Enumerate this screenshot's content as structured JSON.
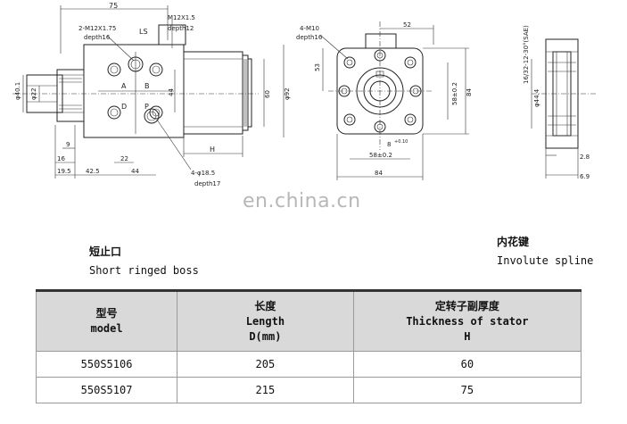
{
  "drawing": {
    "side_view": {
      "dims": {
        "overall": "75",
        "port": "2-M12X1.75",
        "port_depth": "depth16",
        "ls_port": "M12X1.5",
        "ls_depth": "depth12",
        "ls": "LS",
        "shaft_dia": "φ40.1",
        "bore_dia": "φ22",
        "height_60": "60",
        "housing_dia": "φ92",
        "dim_44v": "44",
        "dim_22": "22",
        "dim_44h": "44",
        "dim_42_5": "42.5",
        "dim_19_5": "19.5",
        "dim_16": "16",
        "dim_9": "9",
        "mount_holes": "4-φ18.5",
        "mount_depth": "depth17",
        "h_label": "H",
        "port_a": "A",
        "port_b": "B",
        "port_d": "D",
        "port_p": "P"
      }
    },
    "front_view": {
      "dims": {
        "thread": "4-M10",
        "thread_depth": "depth16",
        "dim_52": "52",
        "dim_53": "53",
        "dim_58_v": "58±0.2",
        "dim_84_v": "84",
        "key_b": "8",
        "key_tol": "+0.10",
        "dim_58_h": "58±0.2",
        "dim_84_h": "84"
      }
    },
    "spline_view": {
      "dims": {
        "spline": "16/32-12-30°(SAE)",
        "dia": "φ44.4",
        "dim_2_8": "2.8",
        "dim_6_9": "6.9"
      }
    }
  },
  "watermark": "en.china.cn",
  "left_label": {
    "cn": "短止口",
    "en": "Short ringed boss"
  },
  "right_label": {
    "cn": "内花键",
    "en": "Involute spline"
  },
  "table": {
    "headers": [
      {
        "cn": "型号",
        "en": "model",
        "unit": ""
      },
      {
        "cn": "长度",
        "en": "Length",
        "unit": "D(mm)"
      },
      {
        "cn": "定转子副厚度",
        "en": "Thickness of stator",
        "unit": "H"
      }
    ],
    "rows": [
      {
        "model": "550S5106",
        "length": "205",
        "thickness": "60"
      },
      {
        "model": "550S5107",
        "length": "215",
        "thickness": "75"
      }
    ]
  }
}
